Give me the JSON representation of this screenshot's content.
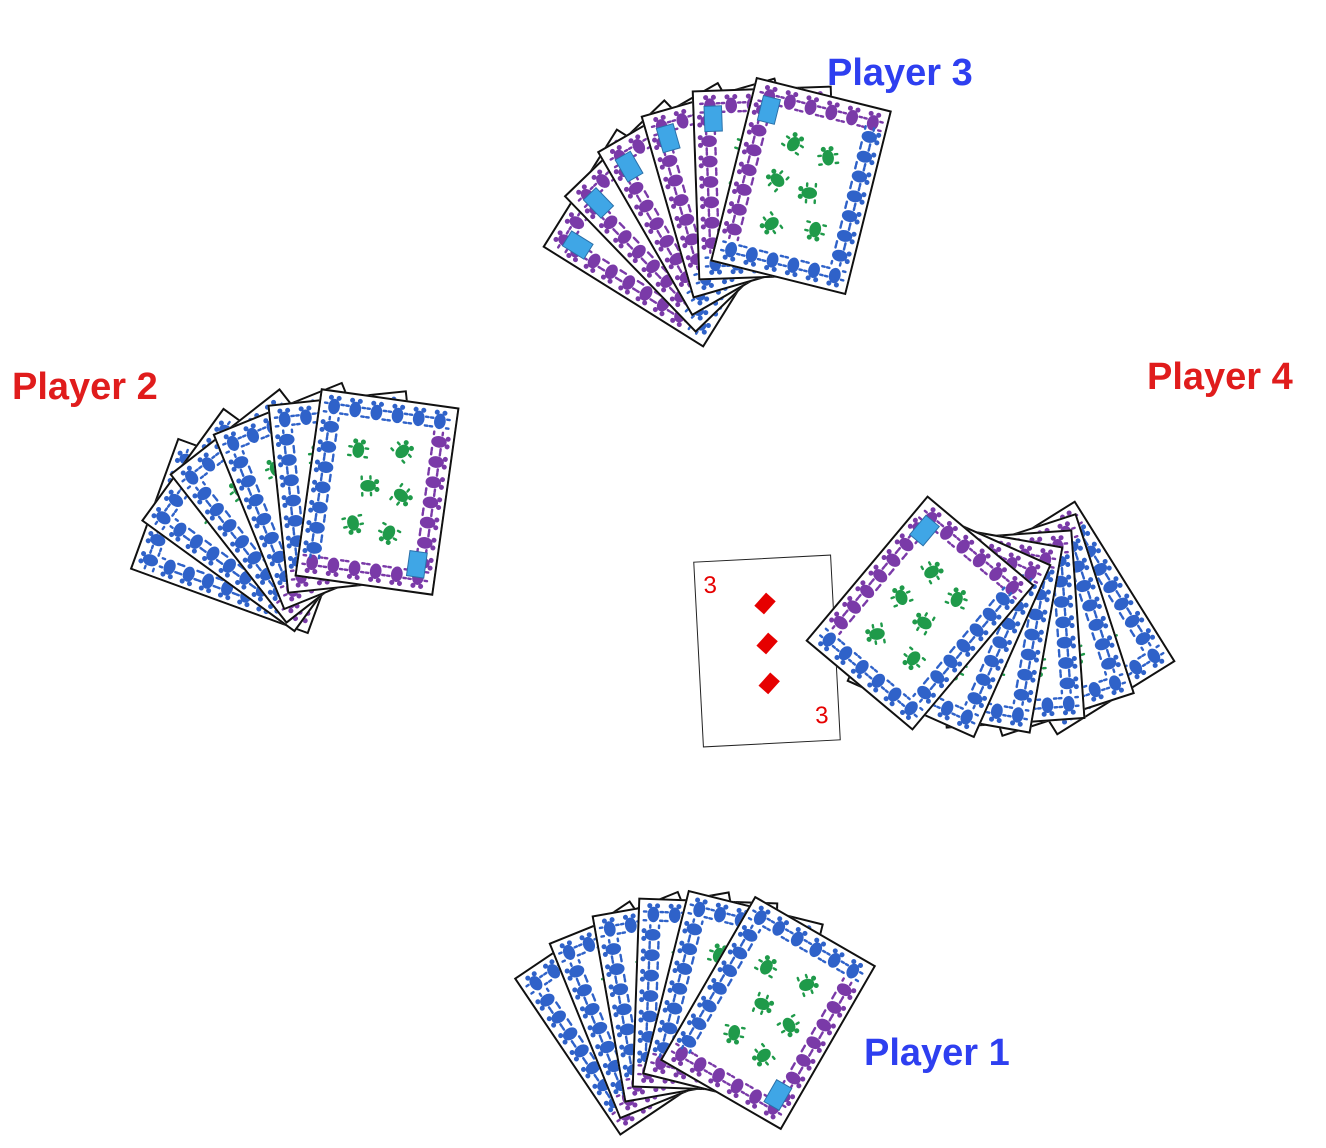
{
  "colors": {
    "player_blue": "#2e3ff0",
    "player_red": "#e01c1c",
    "card_red": "#e60000",
    "card_back_blue": "#2f62c9",
    "card_back_green": "#1f9a4a",
    "card_back_purple": "#7a3aa8",
    "card_back_badge": "#3fa6e6"
  },
  "players": [
    {
      "id": "player-3",
      "label": "Player 3",
      "color": "#2e3ff0",
      "cards_in_hand": 6,
      "card_back": "frog-pattern"
    },
    {
      "id": "player-2",
      "label": "Player 2",
      "color": "#e01c1c",
      "cards_in_hand": 6,
      "card_back": "frog-pattern"
    },
    {
      "id": "player-4",
      "label": "Player 4",
      "color": "#e01c1c",
      "cards_in_hand": 6,
      "card_back": "frog-pattern"
    },
    {
      "id": "player-1",
      "label": "Player 1",
      "color": "#2e3ff0",
      "cards_in_hand": 6,
      "card_back": "frog-pattern"
    }
  ],
  "center_card": {
    "rank": "3",
    "suit": "diamonds",
    "suit_icon": "diamond-icon",
    "pip_count": 3
  }
}
